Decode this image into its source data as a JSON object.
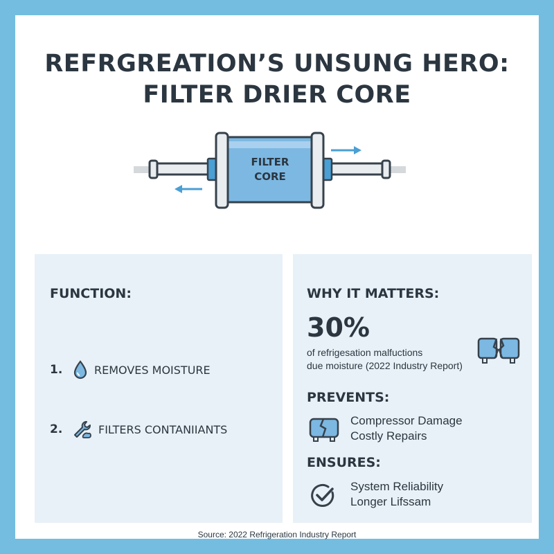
{
  "title": {
    "line1": "REFRGREATION’S UNSUNG HERO:",
    "line2": "FILTER DRIER CORE"
  },
  "diagram": {
    "core_label_line1": "FILTER",
    "core_label_line2": "CORE"
  },
  "function_panel": {
    "heading": "FUNCTION:",
    "items": [
      {
        "number": "1.",
        "label": "REMOVES MOISTURE",
        "icon": "water-drop-icon"
      },
      {
        "number": "2.",
        "label": "FILTERS CONTANIIANTS",
        "icon": "wrench-icon"
      }
    ]
  },
  "why_panel": {
    "heading": "WHY IT MATTERS:",
    "stat_value": "30%",
    "stat_line1": "of refrigesation malfuctions",
    "stat_line2": "due moisture (2022 Industry Report)",
    "prevents_heading": "PREVENTS:",
    "prevents_items": [
      "Compressor Damage",
      "Costly Repairs"
    ],
    "ensures_heading": "ENSURES:",
    "ensures_items": [
      "System Reliability",
      "Longer Lifssam"
    ]
  },
  "source": "Source: 2022 Refrigeration Industry Report",
  "colors": {
    "frame": "#74bde0",
    "panel": "#e8f1f7",
    "accent": "#4a9fd4",
    "text": "#2b3640"
  }
}
